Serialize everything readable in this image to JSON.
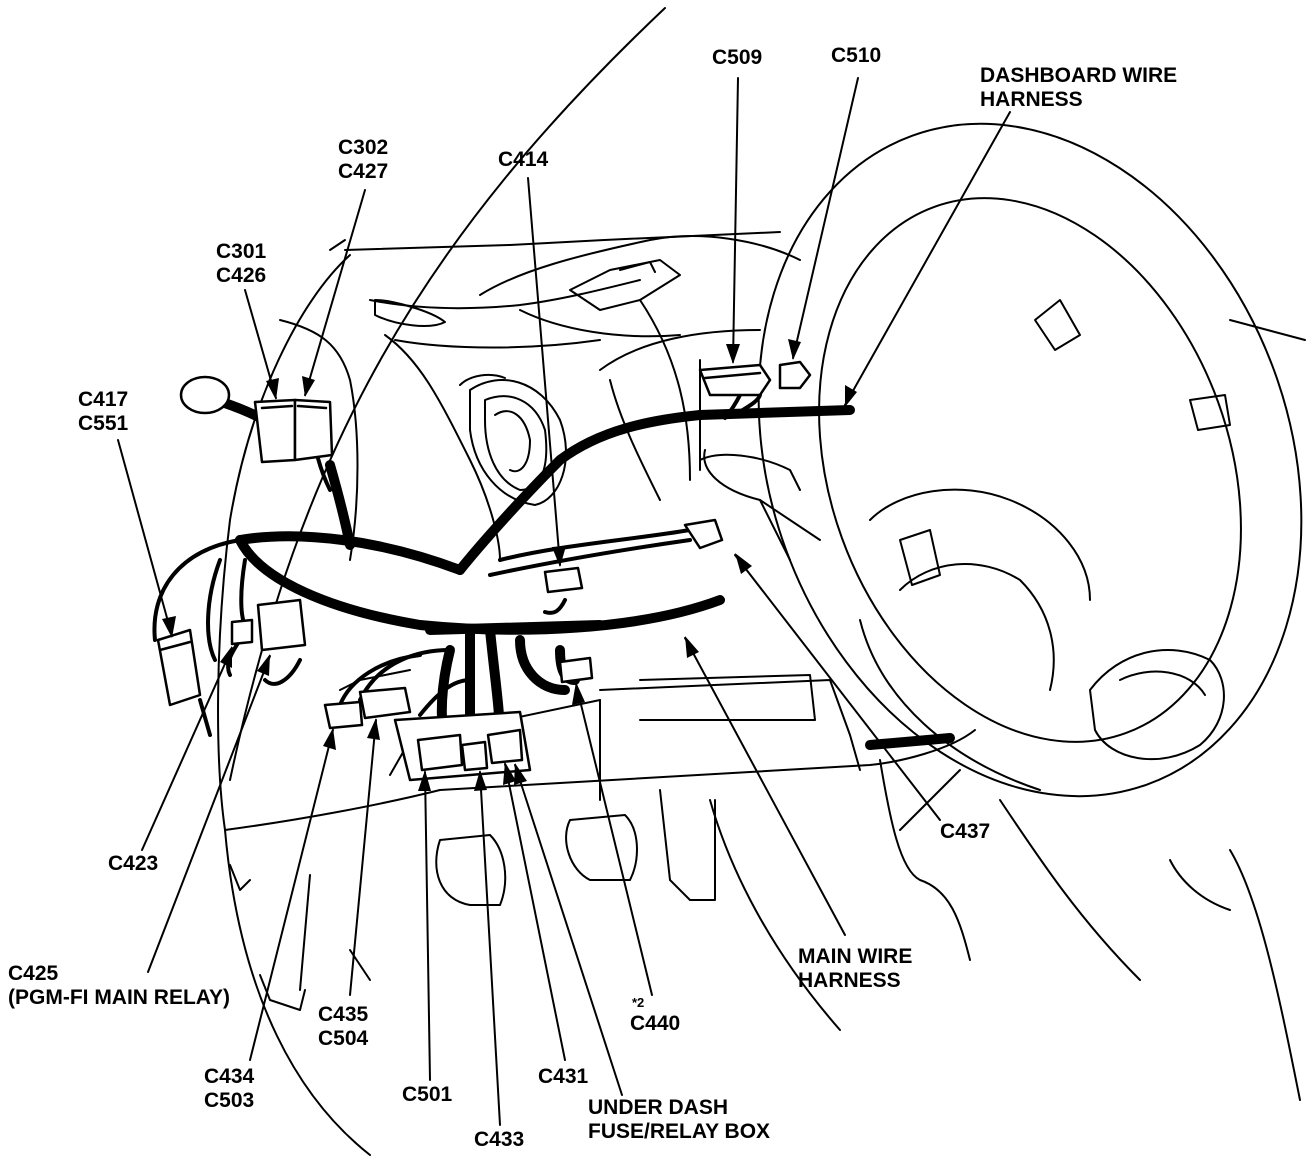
{
  "diagram": {
    "ink_color": "#000000",
    "background_color": "#ffffff",
    "labels": {
      "c509": "C509",
      "c510": "C510",
      "dashboard_1": "DASHBOARD WIRE",
      "dashboard_2": "HARNESS",
      "c302": "C302",
      "c427": "C427",
      "c414": "C414",
      "c301": "C301",
      "c426": "C426",
      "c417": "C417",
      "c551": "C551",
      "c423": "C423",
      "c437": "C437",
      "c425": "C425",
      "c425_note": "(PGM-FI MAIN RELAY)",
      "main_1": "MAIN WIRE",
      "main_2": "HARNESS",
      "c435": "C435",
      "c504": "C504",
      "c440_mark": "*2",
      "c440": "C440",
      "c434": "C434",
      "c503": "C503",
      "c501": "C501",
      "c431": "C431",
      "fuse_1": "UNDER DASH",
      "fuse_2": "FUSE/RELAY BOX",
      "c433": "C433"
    }
  }
}
